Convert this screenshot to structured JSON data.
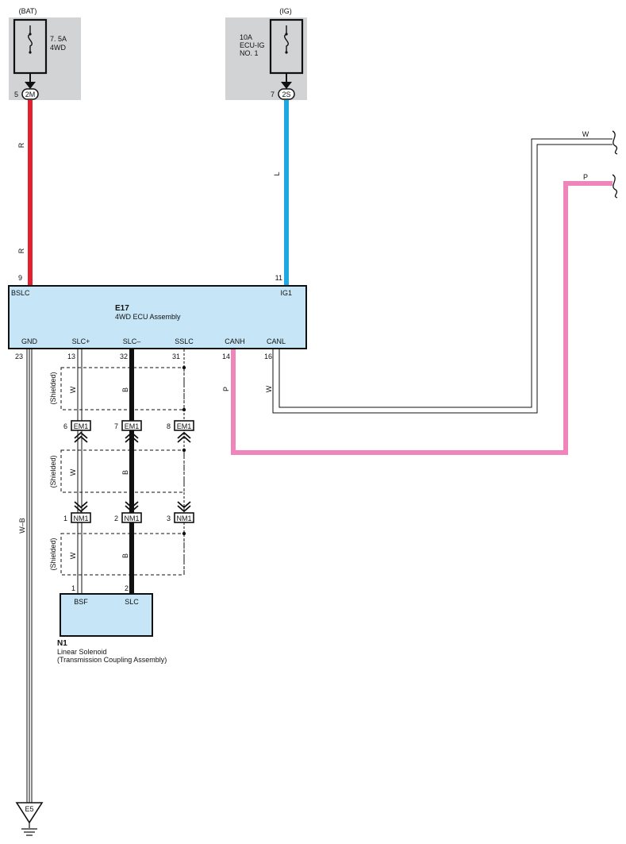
{
  "colors": {
    "red": "#e5202e",
    "blue": "#1ea9e1",
    "pink": "#ef85bb",
    "black": "#111111",
    "fuse_box_bg": "#d2d3d5",
    "component_fill": "#c6e6f7"
  },
  "fuses": [
    {
      "source": "(BAT)",
      "rating": "7. 5A",
      "name_lines": [
        "4WD"
      ],
      "pin": "5",
      "connector": "2M"
    },
    {
      "source": "(IG)",
      "rating": "10A",
      "name_lines": [
        "ECU-IG",
        "NO. 1"
      ],
      "pin": "7",
      "connector": "2S"
    }
  ],
  "ecu": {
    "id": "E17",
    "name": "4WD ECU Assembly",
    "top_terminals": [
      {
        "label": "BSLC",
        "pin": "9"
      },
      {
        "label": "IG1",
        "pin": "11"
      }
    ],
    "bottom_terminals": [
      {
        "label": "GND",
        "pin": "23"
      },
      {
        "label": "SLC+",
        "pin": "13"
      },
      {
        "label": "SLC–",
        "pin": "32"
      },
      {
        "label": "SSLC",
        "pin": "31"
      },
      {
        "label": "CANH",
        "pin": "14"
      },
      {
        "label": "CANL",
        "pin": "16"
      }
    ]
  },
  "wire_colors": {
    "bsl_upper": "R",
    "bsl_lower": "R",
    "ig_wire": "L",
    "can_w_right": "W",
    "can_p_right": "P",
    "canh": "P",
    "canl": "W",
    "gnd": "W–B",
    "slc_plus_1": "W",
    "slc_minus_1": "B",
    "slc_plus_2": "W",
    "slc_minus_2": "B",
    "slc_plus_3": "W",
    "slc_minus_3": "B"
  },
  "shield_label": "(Shielded)",
  "em1": [
    {
      "pin": "6",
      "connector": "EM1"
    },
    {
      "pin": "7",
      "connector": "EM1"
    },
    {
      "pin": "8",
      "connector": "EM1"
    }
  ],
  "nm1": [
    {
      "pin": "1",
      "connector": "NM1"
    },
    {
      "pin": "2",
      "connector": "NM1"
    },
    {
      "pin": "3",
      "connector": "NM1"
    }
  ],
  "solenoid": {
    "id": "N1",
    "name": "Linear Solenoid",
    "subname": "(Transmission Coupling Assembly)",
    "terminals": [
      {
        "label": "BSF",
        "pin": "1"
      },
      {
        "label": "SLC",
        "pin": "2"
      }
    ]
  },
  "ground": {
    "id": "E5"
  }
}
